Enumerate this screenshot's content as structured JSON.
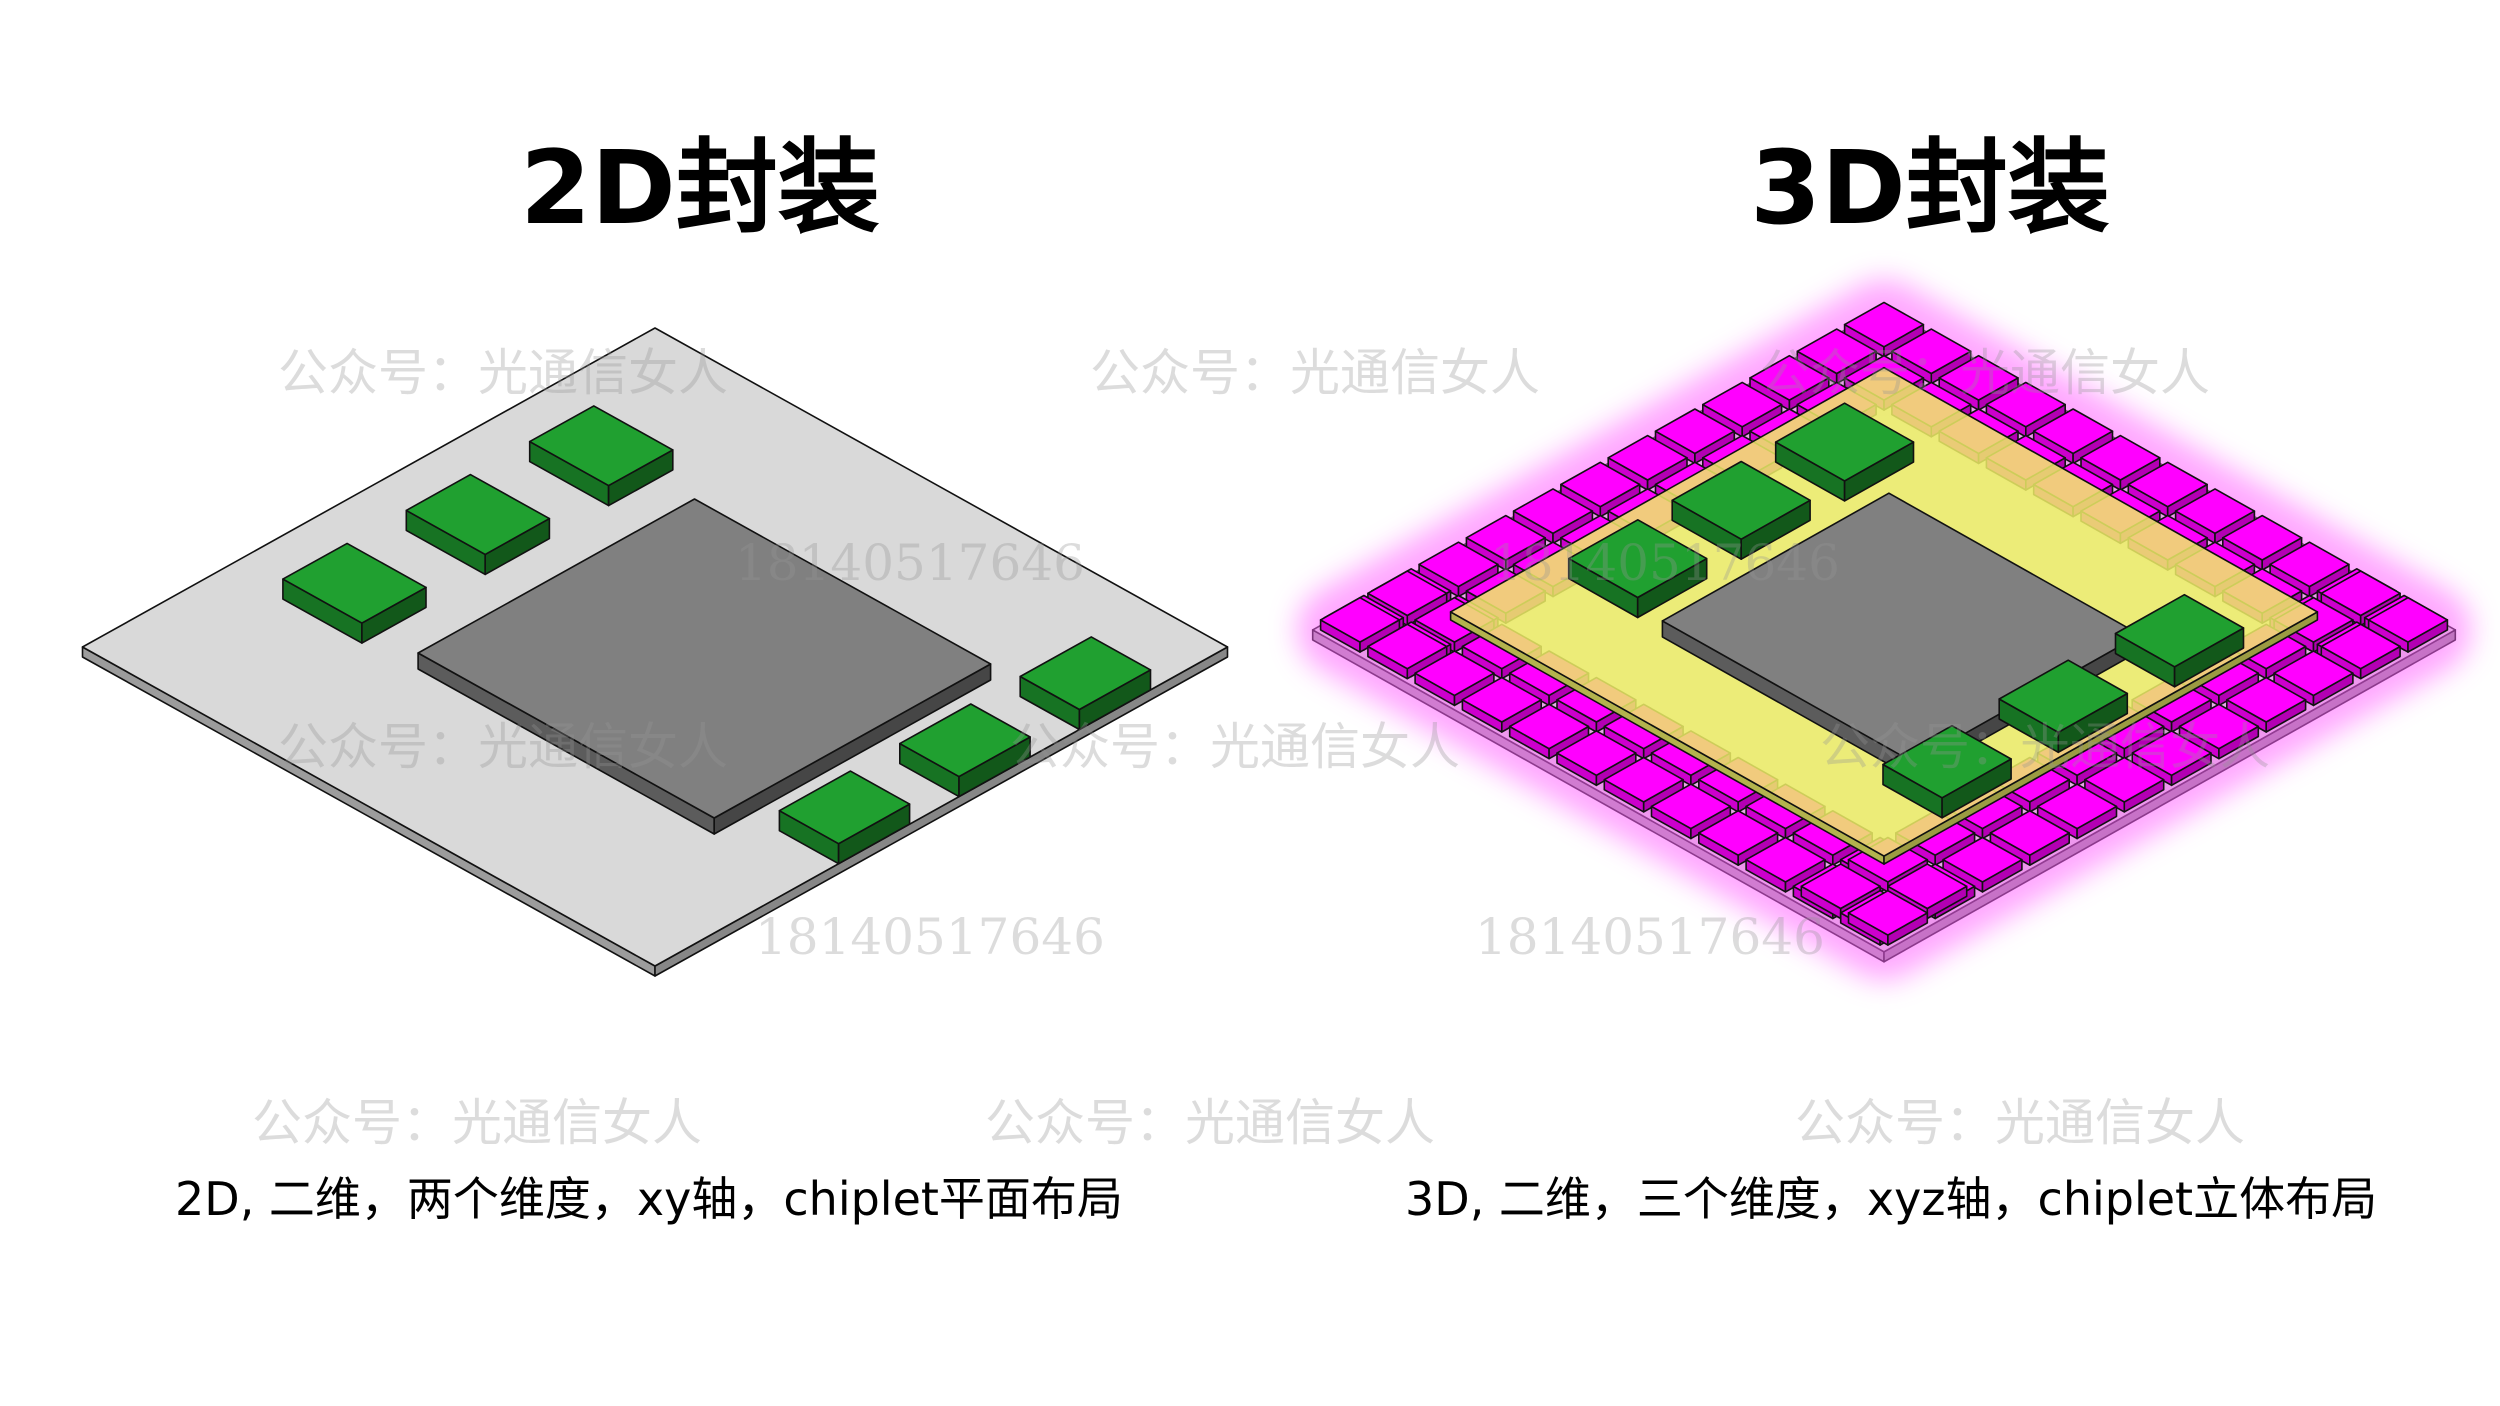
{
  "diagrams": [
    {
      "title": "2D封装",
      "caption": "2D, 二维，两个维度，xy轴，chiplet平面布局"
    },
    {
      "title": "3D封装",
      "caption": "3D, 二维，三个维度，xyz轴，chiplet立体布局"
    }
  ],
  "watermark": {
    "account": "公众号：光通信女人",
    "phone": "18140517646"
  },
  "colors": {
    "substrate": "#d9d9d9",
    "substrate_edge": "#a6a6a6",
    "main_die": "#808080",
    "chiplet": "#20a030",
    "interposer": "#eeee66",
    "bump": "#ff00ff",
    "glow": "#ff60ff"
  }
}
